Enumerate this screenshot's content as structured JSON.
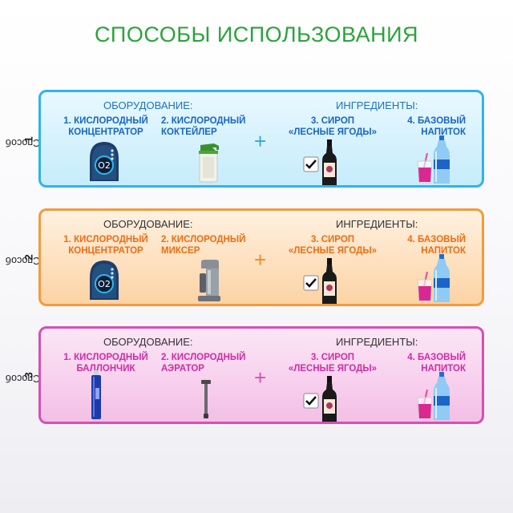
{
  "title": "СПОСОБЫ ИСПОЛЬЗОВАНИЯ",
  "headers": {
    "equipment": "ОБОРУДОВАНИЕ:",
    "ingredients": "ИНГРЕДИЕНТЫ:"
  },
  "methods": [
    {
      "label_word": "Способ",
      "label_num": "1",
      "item1": [
        "1. КИСЛОРОДНЫЙ",
        "КОНЦЕНТРАТОР"
      ],
      "item2": [
        "2. КИСЛОРОДНЫЙ",
        "КОКТЕЙЛЕР"
      ],
      "item3": [
        "3. СИРОП",
        "«ЛЕСНЫЕ ЯГОДЫ»"
      ],
      "item4": [
        "4. БАЗОВЫЙ",
        "НАПИТОК"
      ],
      "icons": [
        "oxygen-concentrator-icon",
        "oxygen-cocktailer-icon",
        "checkbox-icon",
        "syrup-bottle-icon",
        "juice-glass-icon",
        "water-bottle-icon"
      ]
    },
    {
      "label_word": "Способ",
      "label_num": "2",
      "item1": [
        "1. КИСЛОРОДНЫЙ",
        "КОНЦЕНТРАТОР"
      ],
      "item2": [
        "2. КИСЛОРОДНЫЙ",
        "МИКСЕР"
      ],
      "item3": [
        "3. СИРОП",
        "«ЛЕСНЫЕ ЯГОДЫ»"
      ],
      "item4": [
        "4. БАЗОВЫЙ",
        "НАПИТОК"
      ],
      "icons": [
        "oxygen-concentrator-icon",
        "oxygen-mixer-icon",
        "checkbox-icon",
        "syrup-bottle-icon",
        "juice-glass-icon",
        "water-bottle-icon"
      ]
    },
    {
      "label_word": "Способ",
      "label_num": "3",
      "item1": [
        "1. КИСЛОРОДНЫЙ",
        "БАЛЛОНЧИК"
      ],
      "item2": [
        "2. КИСЛОРОДНЫЙ",
        "АЭРАТОР"
      ],
      "item3": [
        "3. СИРОП",
        "«ЛЕСНЫЕ ЯГОДЫ»"
      ],
      "item4": [
        "4. БАЗОВЫЙ",
        "НАПИТОК"
      ],
      "icons": [
        "oxygen-spray-can-icon",
        "oxygen-aerator-icon",
        "checkbox-icon",
        "syrup-bottle-icon",
        "juice-glass-icon",
        "water-bottle-icon"
      ]
    }
  ],
  "o2_label": "O2",
  "colors": {
    "title": "#2aa43a",
    "blue": "#30b4e8",
    "orange": "#f49a3c",
    "pink": "#d84fb2"
  }
}
